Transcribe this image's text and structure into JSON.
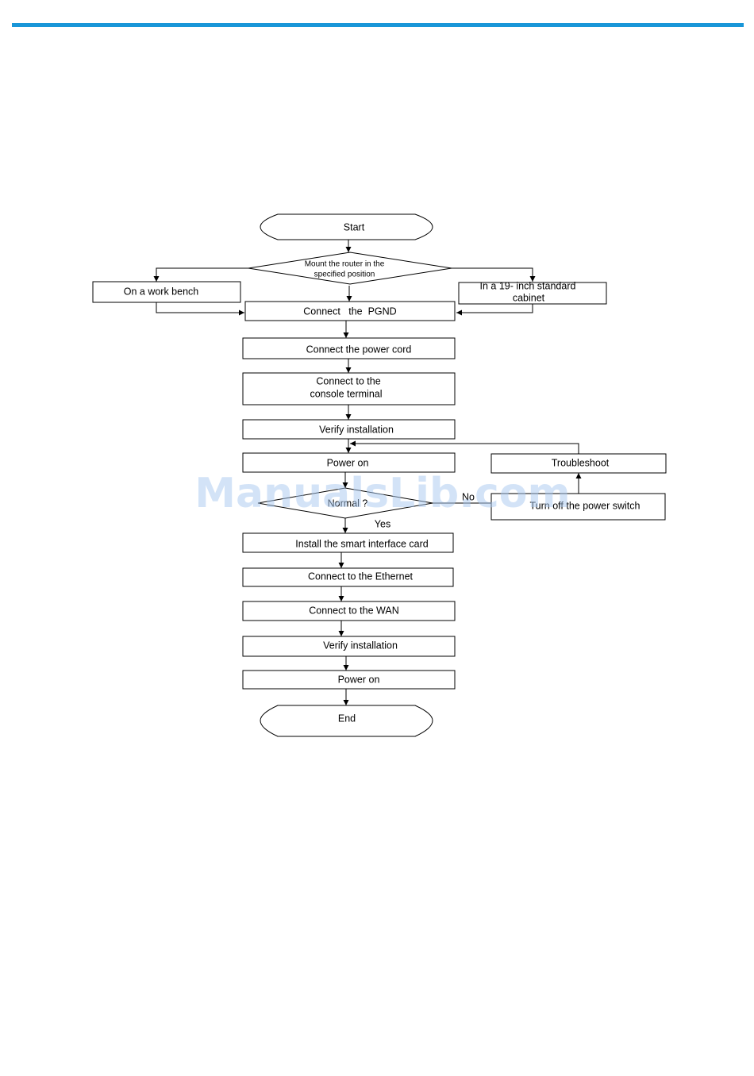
{
  "colors": {
    "accent": "#1996d8",
    "watermark": "#a9c9f0"
  },
  "watermark": "ManualsLib.com",
  "flowchart": {
    "start": "Start",
    "mount": [
      "Mount the router in the",
      "specified position"
    ],
    "work_bench": "On a work bench",
    "cabinet": [
      "In a 19‐ inch standard",
      "cabinet"
    ],
    "pgnd": "Connect   the  PGND",
    "power_cord": "Connect the power cord",
    "console": [
      "Connect to the",
      "console terminal"
    ],
    "verify1": "Verify installation",
    "power_on1": "Power on",
    "troubleshoot": "Troubleshoot",
    "normal": "Normal ?",
    "no": "No",
    "yes": "Yes",
    "turn_off": "Turn off the power switch",
    "smart_card": "Install the smart interface card",
    "ethernet": "Connect to the Ethernet",
    "wan": "Connect to the WAN",
    "verify2": "Verify installation",
    "power_on2": "Power on",
    "end": "End"
  }
}
